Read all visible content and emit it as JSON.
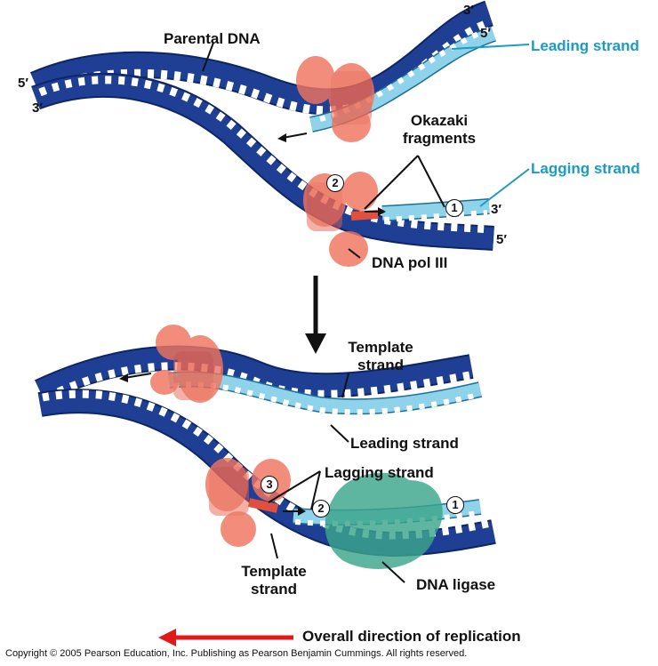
{
  "labels": {
    "parental_dna": "Parental DNA",
    "leading_strand_top": "Leading strand",
    "lagging_strand_top": "Lagging strand",
    "okazaki_fragments_1": "Okazaki",
    "okazaki_fragments_2": "fragments",
    "dna_pol_iii": "DNA pol III",
    "template_strand_1_line1": "Template",
    "template_strand_1_line2": "strand",
    "leading_strand_bottom": "Leading strand",
    "lagging_strand_bottom": "Lagging strand",
    "template_strand_2_line1": "Template",
    "template_strand_2_line2": "strand",
    "dna_ligase": "DNA ligase",
    "overall_direction": "Overall direction of replication"
  },
  "ends": {
    "top_left_5": "5′",
    "top_left_3": "3′",
    "top_right_3": "3′",
    "top_right_5": "5′",
    "lag_3": "3′",
    "lag_5": "5′"
  },
  "step_numbers": {
    "top_1": "1",
    "top_2": "2",
    "bottom_3": "3",
    "bottom_2": "2",
    "bottom_1": "1"
  },
  "copyright": "Copyright © 2005 Pearson Education, Inc. Publishing as Pearson Benjamin Cummings. All rights reserved.",
  "colors": {
    "parental_strand": "#1e3f94",
    "parental_outline": "#0e2566",
    "new_strand": "#8fd3ea",
    "new_strand_outline": "#1c6f96",
    "polymerase": "#f0745f",
    "ligase": "#3aa58b",
    "primer": "#e0503c",
    "direction_arrow": "#e01a1a",
    "label_cyan": "#1c9bc3"
  }
}
